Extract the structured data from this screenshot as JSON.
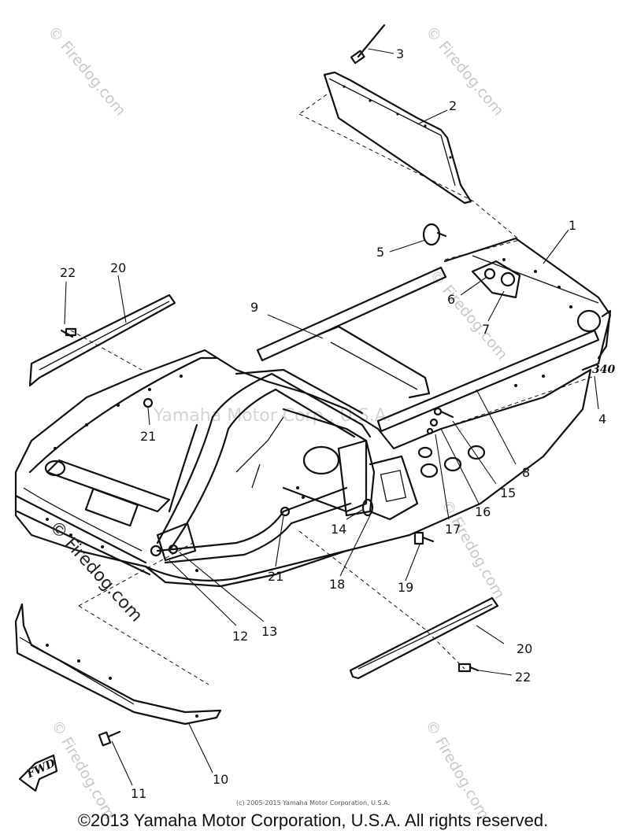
{
  "diagram": {
    "callouts": [
      {
        "id": "c3",
        "text": "3"
      },
      {
        "id": "c2",
        "text": "2"
      },
      {
        "id": "c1",
        "text": "1"
      },
      {
        "id": "c5",
        "text": "5"
      },
      {
        "id": "c6",
        "text": "6"
      },
      {
        "id": "c7",
        "text": "7"
      },
      {
        "id": "c9",
        "text": "9"
      },
      {
        "id": "c22a",
        "text": "22"
      },
      {
        "id": "c20a",
        "text": "20"
      },
      {
        "id": "c21a",
        "text": "21"
      },
      {
        "id": "c4",
        "text": "4"
      },
      {
        "id": "c8",
        "text": "8"
      },
      {
        "id": "c15",
        "text": "15"
      },
      {
        "id": "c16",
        "text": "16"
      },
      {
        "id": "c17",
        "text": "17"
      },
      {
        "id": "c14",
        "text": "14"
      },
      {
        "id": "c21b",
        "text": "21"
      },
      {
        "id": "c18",
        "text": "18"
      },
      {
        "id": "c19",
        "text": "19"
      },
      {
        "id": "c12",
        "text": "12"
      },
      {
        "id": "c13",
        "text": "13"
      },
      {
        "id": "c20b",
        "text": "20"
      },
      {
        "id": "c22b",
        "text": "22"
      },
      {
        "id": "c11",
        "text": "11"
      },
      {
        "id": "c10",
        "text": "10"
      }
    ],
    "stamp_code": "340",
    "fwd_label": "FWD"
  },
  "watermarks": {
    "corner": "© Firedog.com",
    "center": "Yamaha Motor Corp., U.S.A.",
    "side": "© Firedog.com"
  },
  "footer": {
    "small_copyright": "(c) 2005-2015 Yamaha Motor Corporation, U.S.A.",
    "copyright": "©2013 Yamaha Motor Corporation, U.S.A. All rights reserved."
  }
}
